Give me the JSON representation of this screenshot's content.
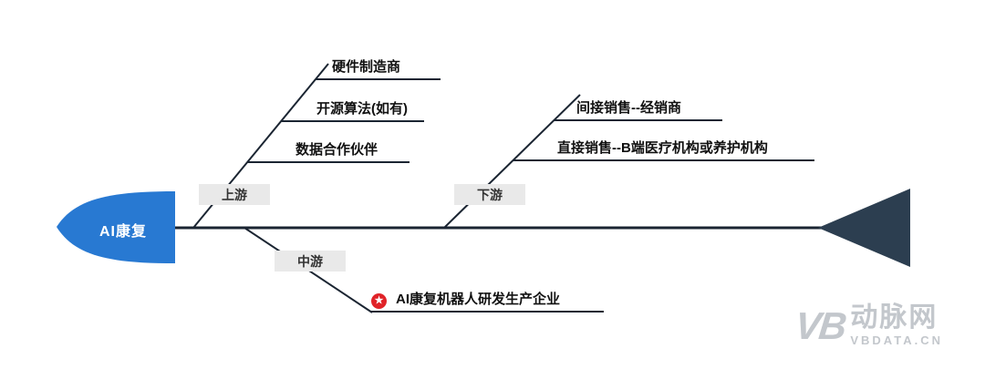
{
  "diagram": {
    "head": {
      "label": "AI康复"
    },
    "branches": [
      {
        "id": "upstream",
        "label": "上游",
        "side": "top",
        "items": [
          "硬件制造商",
          "开源算法(如有)",
          "数据合作伙伴"
        ]
      },
      {
        "id": "midstream",
        "label": "中游",
        "side": "bottom",
        "items": [
          "AI康复机器人研发生产企业"
        ]
      },
      {
        "id": "downstream",
        "label": "下游",
        "side": "top",
        "items": [
          "间接销售--经销商",
          "直接销售--B端医疗机构或养护机构"
        ]
      }
    ]
  },
  "icons": {
    "item_badge": "★"
  },
  "watermark": {
    "logo": "VB",
    "name": "动脉网",
    "site": "VBDATA.CN"
  },
  "colors": {
    "head_fill": "#2879d2",
    "line": "#1b2532",
    "tail_fill": "#2c3e50",
    "category_bg": "#e9e9e9",
    "badge_red": "#e02328",
    "watermark_gray": "#c3c7cc"
  }
}
